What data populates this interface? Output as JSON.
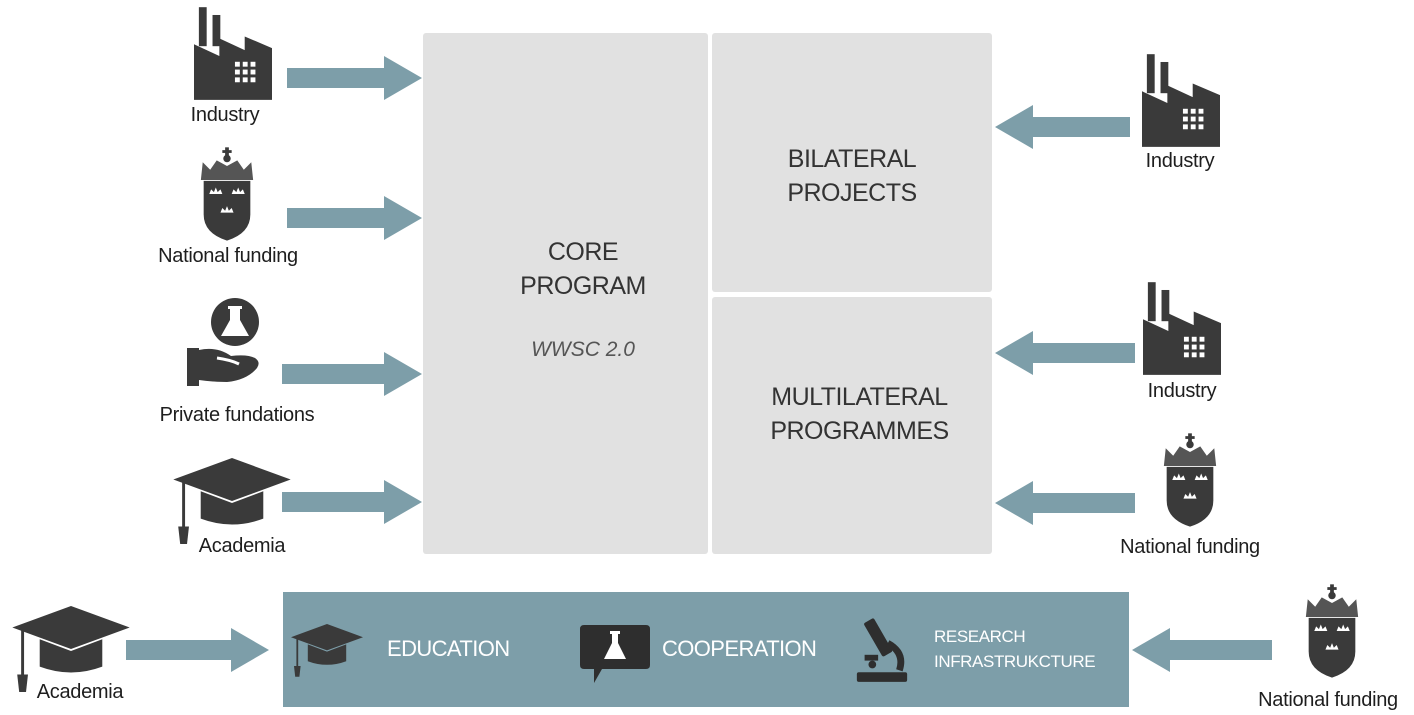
{
  "left_sources": [
    {
      "label": "Industry",
      "icon": "factory-icon"
    },
    {
      "label": "National funding",
      "icon": "crown-shield-icon"
    },
    {
      "label": "Private fundations",
      "icon": "hand-flask-icon"
    },
    {
      "label": "Academia",
      "icon": "graduation-cap-icon"
    }
  ],
  "core_box": {
    "title": "CORE\nPROGRAM",
    "subtitle": "WWSC 2.0"
  },
  "bilateral_box": {
    "title": "BILATERAL\nPROJECTS"
  },
  "multilateral_box": {
    "title": "MULTILATERAL\nPROGRAMMES"
  },
  "right_sources": [
    {
      "label": "Industry",
      "icon": "factory-icon"
    },
    {
      "label": "Industry",
      "icon": "factory-icon"
    },
    {
      "label": "National funding",
      "icon": "crown-shield-icon"
    }
  ],
  "bottom": {
    "left_label": "Academia",
    "right_label": "National funding",
    "items": [
      {
        "label": "EDUCATION",
        "icon": "graduation-cap-icon"
      },
      {
        "label": "COOPERATION",
        "icon": "speech-bubble-flask-icon"
      },
      {
        "label": "RESEARCH\nINFRASTRUKCTURE",
        "icon": "microscope-icon"
      }
    ]
  },
  "colors": {
    "arrow": "#7d9ea9",
    "box": "#e1e1e1",
    "band": "#7d9ea9",
    "icon": "#3a3a3a"
  }
}
